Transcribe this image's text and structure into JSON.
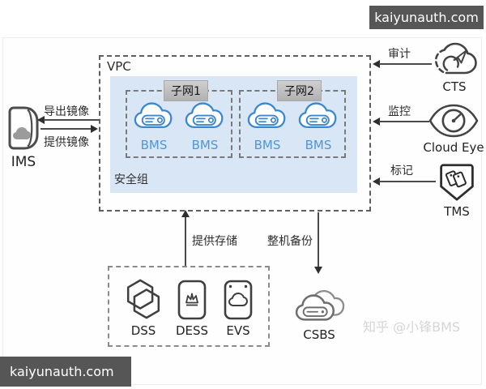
{
  "watermarks": {
    "top": "kaiyunauth.com",
    "bottom": "kaiyunauth.com",
    "zhihu": "知乎 @小锋BMS"
  },
  "vpc": {
    "label": "VPC",
    "security_group_label": "安全组",
    "subnets": [
      {
        "label": "子网1",
        "servers": [
          "BMS",
          "BMS"
        ]
      },
      {
        "label": "子网2",
        "servers": [
          "BMS",
          "BMS"
        ]
      }
    ]
  },
  "ims": {
    "name": "IMS",
    "icon": "image-file-cloud-icon",
    "arrows": [
      {
        "label": "导出镜像",
        "direction": "left"
      },
      {
        "label": "提供镜像",
        "direction": "right"
      }
    ]
  },
  "right_services": [
    {
      "name": "CTS",
      "arrow_label": "审计",
      "icon": "cloud-trace-icon",
      "direction": "left"
    },
    {
      "name": "Cloud Eye",
      "arrow_label": "监控",
      "icon": "eye-gauge-icon",
      "direction": "left"
    },
    {
      "name": "TMS",
      "arrow_label": "标记",
      "icon": "shield-tags-icon",
      "direction": "left"
    }
  ],
  "bottom": {
    "storage_arrow_label": "提供存储",
    "backup_arrow_label": "整机备份",
    "storage_services": [
      {
        "name": "DSS",
        "icon": "double-hexagon-icon"
      },
      {
        "name": "DESS",
        "icon": "crown-card-icon"
      },
      {
        "name": "EVS",
        "icon": "cloud-card-icon"
      }
    ],
    "backup_service": {
      "name": "CSBS",
      "icon": "double-cloud-backup-icon"
    }
  },
  "colors": {
    "bms_blue": "#3a87d0",
    "bms_text_blue": "#4e96d9",
    "security_group_bg": "#d9e6f5",
    "subnet_tag_bg": "#bdbdbd",
    "watermark_bg": "#565656",
    "line_gray": "#4a4a4a"
  }
}
